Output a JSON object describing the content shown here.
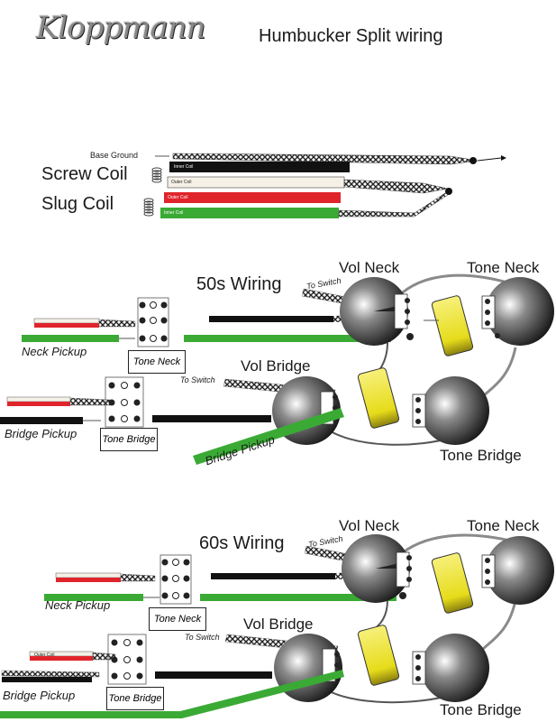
{
  "brand": {
    "logo_text": "Kloppmann"
  },
  "title": "Humbucker Split wiring",
  "legend": {
    "base_ground": "Base Ground",
    "screw_coil": "Screw Coil",
    "slug_coil": "Slug Coil",
    "inner_coil": "Inner Coil",
    "outer_coil": "Outer Coil",
    "outer_coil_2": "Outer Coil",
    "inner_coil_2": "Inner Coil"
  },
  "section_50s": {
    "heading": "50s Wiring",
    "vol_neck": "Vol Neck",
    "tone_neck": "Tone Neck",
    "vol_bridge": "Vol Bridge",
    "tone_bridge": "Tone Bridge",
    "neck_pickup": "Neck Pickup",
    "bridge_pickup": "Bridge Pickup",
    "bridge_pickup_cable": "Bridge Pickup",
    "tone_neck_switch": "Tone Neck",
    "tone_bridge_switch": "Tone Bridge",
    "to_switch_1": "To Switch",
    "to_switch_2": "To Switch"
  },
  "section_60s": {
    "heading": "60s Wiring",
    "vol_neck": "Vol Neck",
    "tone_neck": "Tone Neck",
    "vol_bridge": "Vol Bridge",
    "tone_bridge": "Tone Bridge",
    "neck_pickup": "Neck Pickup",
    "bridge_pickup": "Bridge Pickup",
    "tone_neck_switch": "Tone Neck",
    "tone_bridge_switch": "Tone Bridge",
    "to_switch_1": "To Switch",
    "to_switch_2": "To Switch",
    "outer_coil": "Outer Coil"
  },
  "colors": {
    "green": "#3aaa35",
    "red": "#e0242b",
    "black": "#111111",
    "cream": "#f6f1e6",
    "cap_yellow": "#f2ea2c",
    "pot_grey": "#3a3a3a",
    "ground_wire": "#8a8a8a"
  }
}
